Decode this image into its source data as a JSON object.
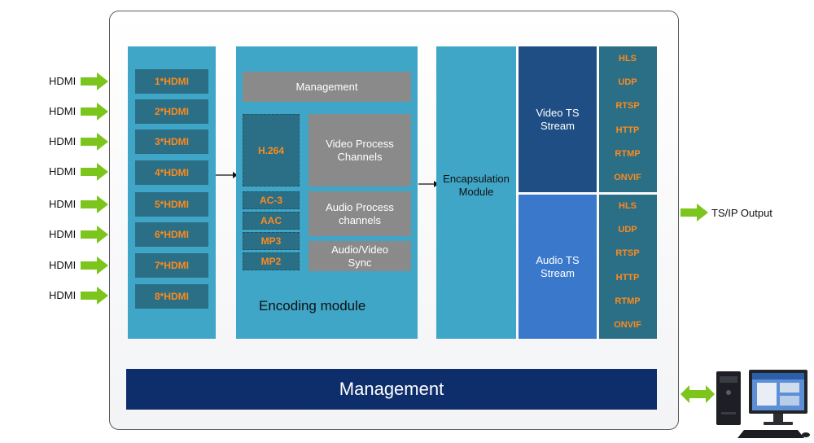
{
  "inputs": {
    "label": "HDMI",
    "channels": [
      "1*HDMI",
      "2*HDMI",
      "3*HDMI",
      "4*HDMI",
      "5*HDMI",
      "6*HDMI",
      "7*HDMI",
      "8*HDMI"
    ]
  },
  "encoding": {
    "management": "Management",
    "video_codec": "H.264",
    "audio_codecs": [
      "AC-3",
      "AAC",
      "MP3",
      "MP2"
    ],
    "video_process": "Video Process Channels",
    "audio_process": "Audio Process channels",
    "av_sync": "Audio/Video Sync",
    "title": "Encoding module"
  },
  "encapsulation": {
    "title": "Encapsulation Module"
  },
  "streams": {
    "video": "Video TS Stream",
    "audio": "Audio TS Stream"
  },
  "protocols": [
    "HLS",
    "UDP",
    "RTSP",
    "HTTP",
    "RTMP",
    "ONVIF"
  ],
  "output": {
    "label": "TS/IP Output"
  },
  "management_bar": {
    "label": "Management"
  },
  "colors": {
    "block_blue": "#3fa6c7",
    "dark_teal": "#2a6f86",
    "orange_text": "#ff8a1c",
    "navy": "#0d2d6b",
    "green_arrow": "#7cc51c"
  }
}
